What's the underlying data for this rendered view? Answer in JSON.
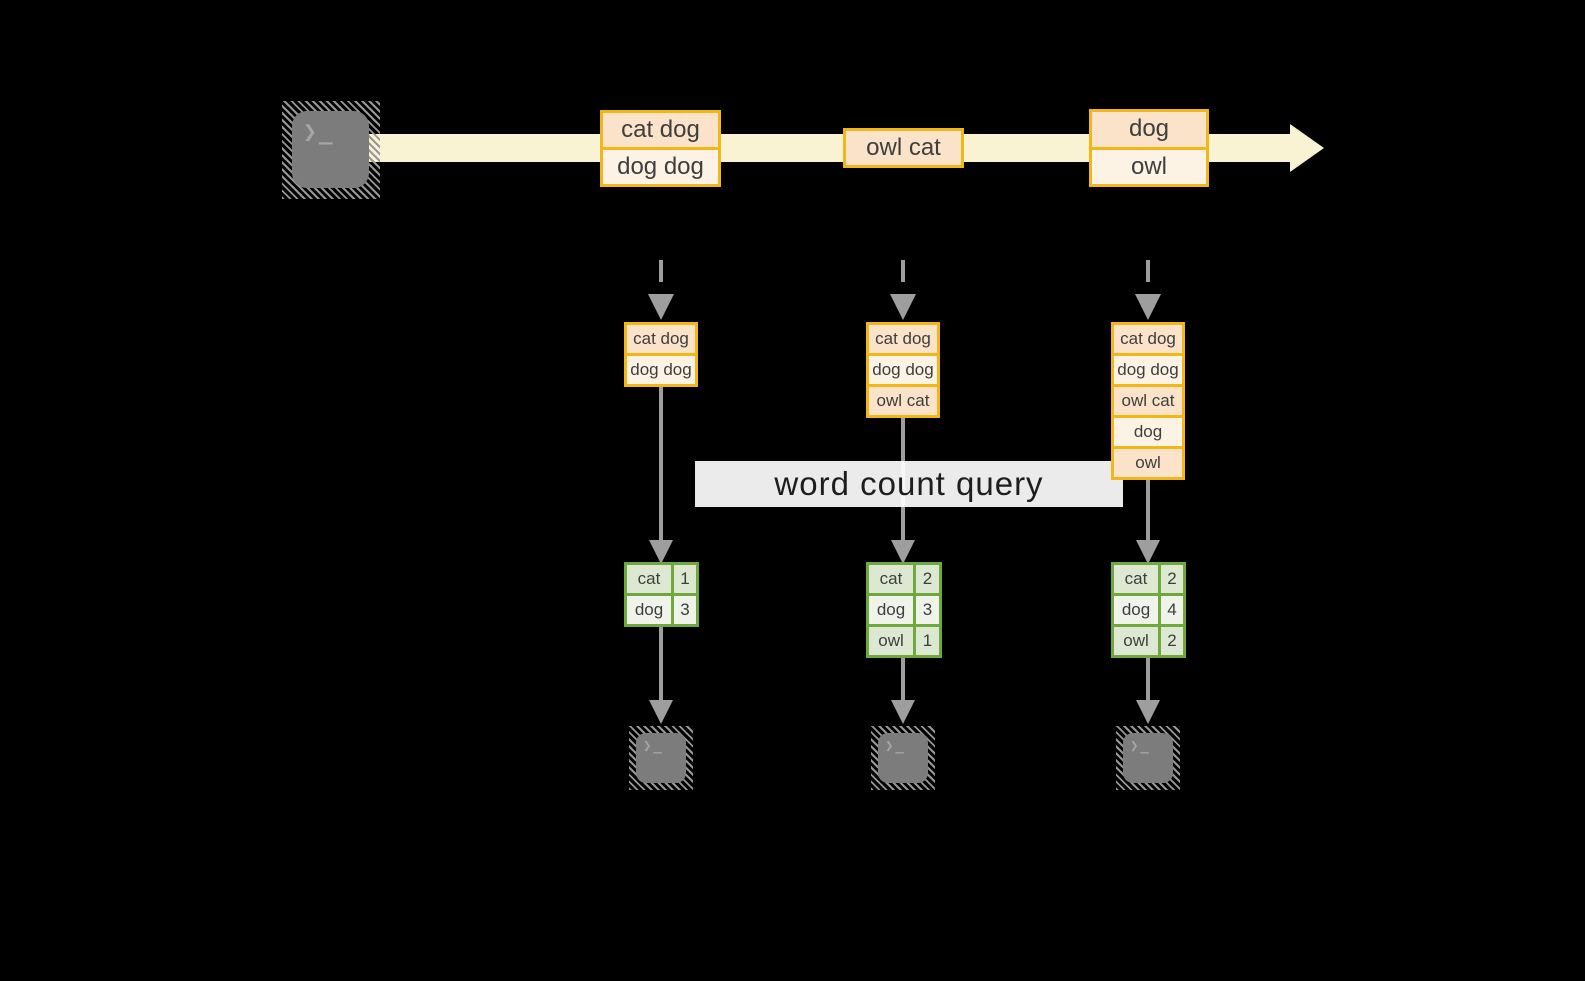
{
  "query_label": "word count query",
  "icons": {
    "terminal_glyph": "❯_"
  },
  "colors": {
    "background": "#000000",
    "gold_border": "#f2b616",
    "peach_fill": "#fae3c8",
    "cream_fill": "#fdf3e4",
    "stream_band": "#faf3d3",
    "green_border": "#6fa83c",
    "green_fill_dark": "#dce8d1",
    "green_fill_light": "#eff3ea",
    "line_gray": "#9e9e9e",
    "terminal_gray": "#7c7c7c",
    "query_band": "#ffffff"
  },
  "stream": {
    "batches": [
      {
        "rows": [
          "cat dog",
          "dog dog"
        ]
      },
      {
        "rows": [
          "owl cat"
        ]
      },
      {
        "rows": [
          "dog",
          "owl"
        ]
      }
    ]
  },
  "pipelines": [
    {
      "window_rows": [
        "cat dog",
        "dog dog"
      ],
      "counts": [
        {
          "word": "cat",
          "count": "1"
        },
        {
          "word": "dog",
          "count": "3"
        }
      ]
    },
    {
      "window_rows": [
        "cat dog",
        "dog dog",
        "owl cat"
      ],
      "counts": [
        {
          "word": "cat",
          "count": "2"
        },
        {
          "word": "dog",
          "count": "3"
        },
        {
          "word": "owl",
          "count": "1"
        }
      ]
    },
    {
      "window_rows": [
        "cat dog",
        "dog dog",
        "owl cat",
        "dog",
        "owl"
      ],
      "counts": [
        {
          "word": "cat",
          "count": "2"
        },
        {
          "word": "dog",
          "count": "4"
        },
        {
          "word": "owl",
          "count": "2"
        }
      ]
    }
  ]
}
